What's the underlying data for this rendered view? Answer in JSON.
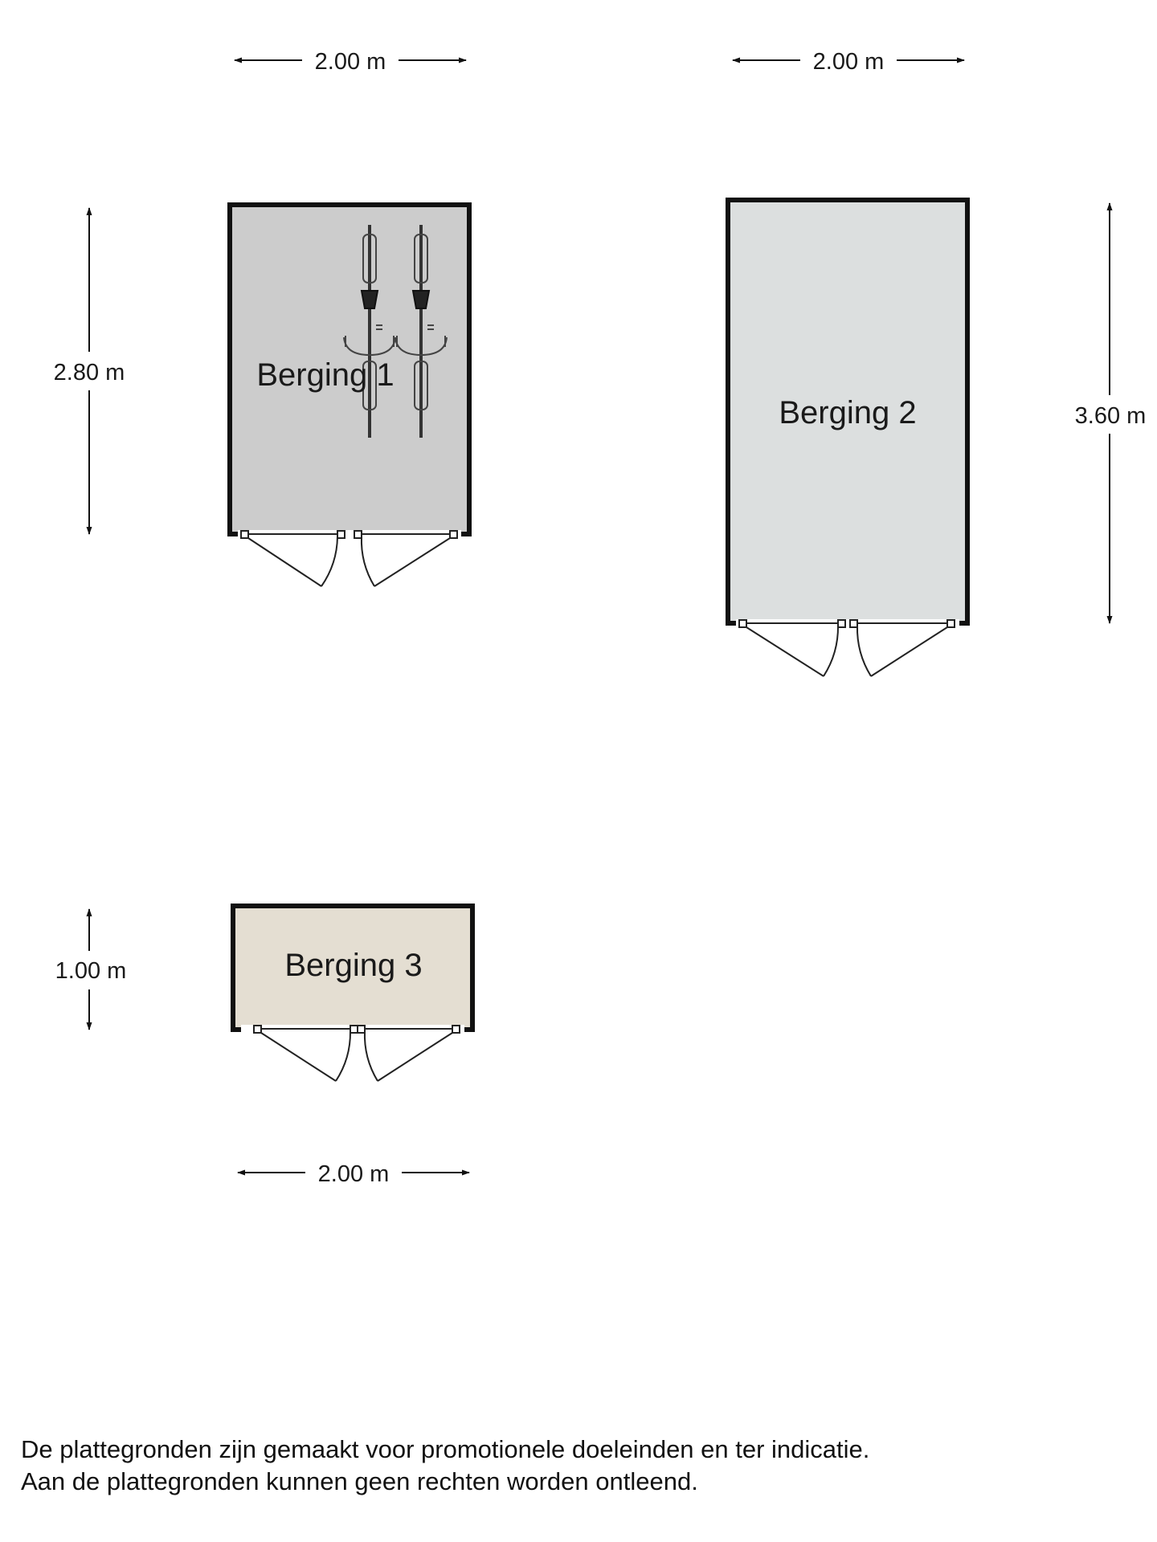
{
  "rooms": {
    "berging1": {
      "label": "Berging 1",
      "width": "2.00 m",
      "depth": "2.80 m",
      "fill": "#cccccc"
    },
    "berging2": {
      "label": "Berging 2",
      "width": "2.00 m",
      "depth": "3.60 m",
      "fill": "#dcdfdf"
    },
    "berging3": {
      "label": "Berging 3",
      "width": "2.00 m",
      "depth": "1.00 m",
      "fill": "#e4ded2"
    }
  },
  "disclaimer": {
    "line1": "De plattegronden zijn gemaakt voor promotionele doeleinden en ter indicatie.",
    "line2": "Aan de plattegronden kunnen geen rechten worden ontleend."
  },
  "colors": {
    "wall": "#111111",
    "dimension": "#111111"
  }
}
